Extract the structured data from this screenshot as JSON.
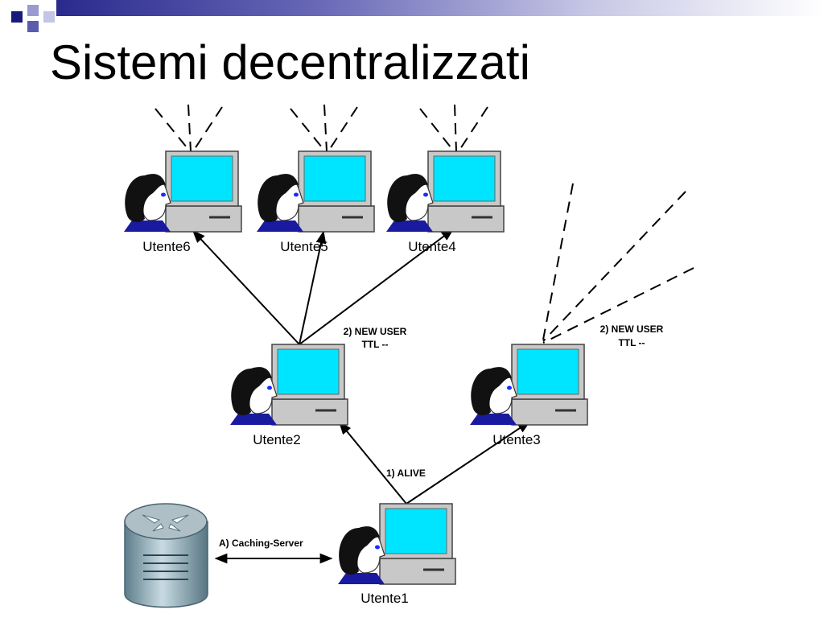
{
  "slide": {
    "title": "Sistemi decentralizzati"
  },
  "colors": {
    "title_bar": "#2a2a8e",
    "screen": "#00e5ff",
    "monitor": "#c0c0c0",
    "hair": "#111111",
    "shirt": "#1a1aa0",
    "server": "#8aa8b4"
  },
  "nodes": {
    "utente6": "Utente6",
    "utente5": "Utente5",
    "utente4": "Utente4",
    "utente2": "Utente2",
    "utente3": "Utente3",
    "utente1": "Utente1"
  },
  "messages": {
    "new_user_left_1": "2) NEW USER",
    "new_user_left_2": "TTL --",
    "new_user_right_1": "2) NEW USER",
    "new_user_right_2": "TTL --",
    "alive": "1) ALIVE",
    "caching_server": "A) Caching-Server"
  },
  "icons": {
    "user_workstation": "user-workstation-icon",
    "server": "server-icon"
  }
}
